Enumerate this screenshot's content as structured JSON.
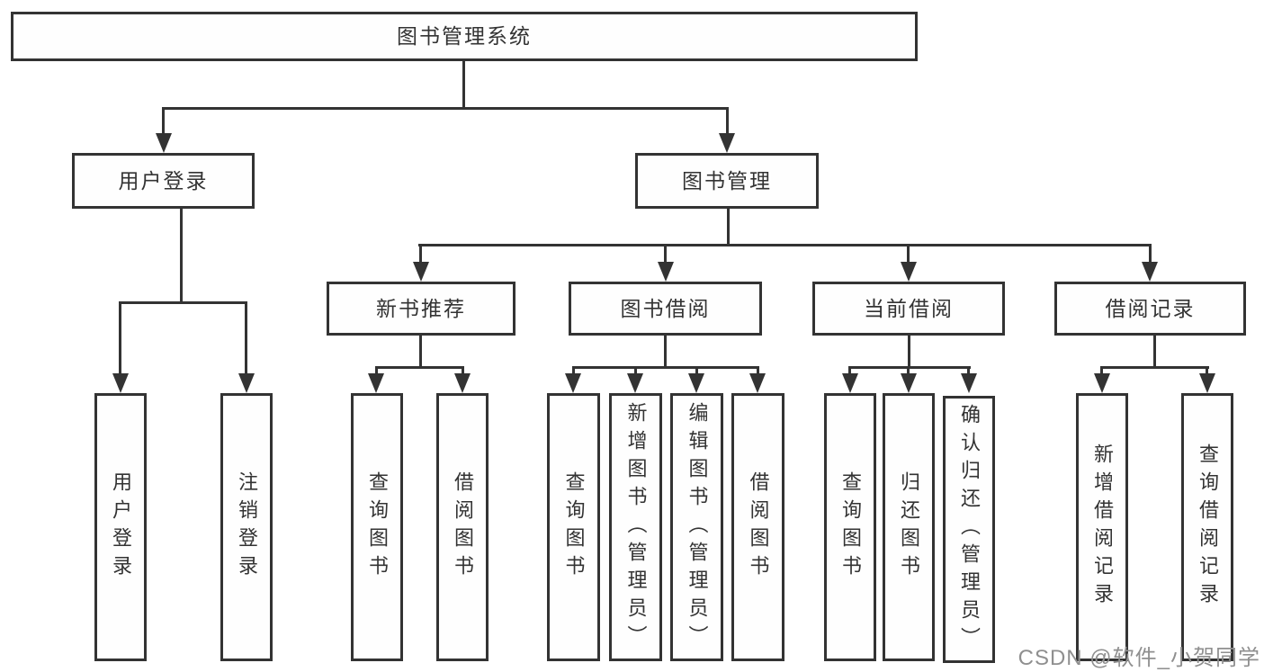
{
  "diagram": {
    "type": "hierarchy-tree",
    "title": "图书管理系统",
    "branches": [
      {
        "label": "用户登录",
        "children": [
          "用户登录",
          "注销登录"
        ]
      },
      {
        "label": "图书管理",
        "groups": [
          {
            "label": "新书推荐",
            "children": [
              "查询图书",
              "借阅图书"
            ]
          },
          {
            "label": "图书借阅",
            "children": [
              "查询图书",
              "新增图书（管理员）",
              "编辑图书（管理员）",
              "借阅图书"
            ]
          },
          {
            "label": "当前借阅",
            "children": [
              "查询图书",
              "归还图书",
              "确认归还（管理员）"
            ]
          },
          {
            "label": "借阅记录",
            "children": [
              "新增借阅记录",
              "查询借阅记录"
            ]
          }
        ]
      }
    ]
  },
  "watermark": {
    "text": "CSDN @软件_小贺同学",
    "color": "#8f8f8f"
  },
  "colors": {
    "line": "#333333",
    "box_border": "#333333",
    "box_fill": "#fefefe",
    "text": "#333333",
    "background": "#ffffff"
  }
}
